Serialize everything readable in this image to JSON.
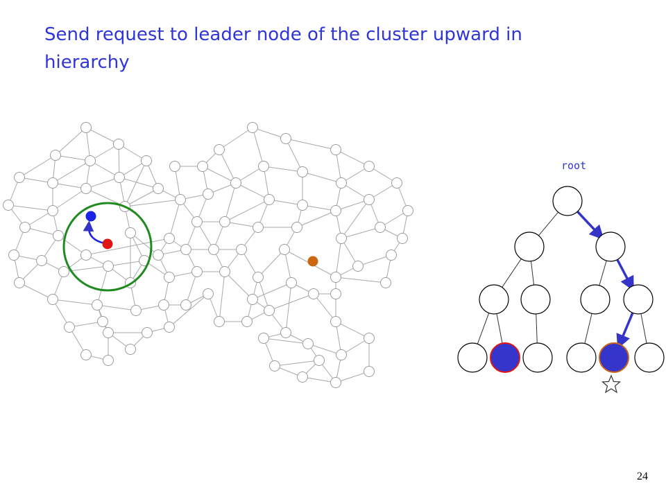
{
  "slide": {
    "title_line1": "Send request to leader node of the cluster upward in",
    "title_line2": "hierarchy",
    "page_number": "24"
  },
  "tree": {
    "root_label": "root"
  },
  "colors": {
    "title": "#2f35d6",
    "arrow": "#3434c8",
    "cluster_circle": "#1f8a1f",
    "requester_node": "#e01616",
    "leader_node": "#1a22e6",
    "target_node": "#cc6611",
    "tree_filled": "#3535cc"
  }
}
